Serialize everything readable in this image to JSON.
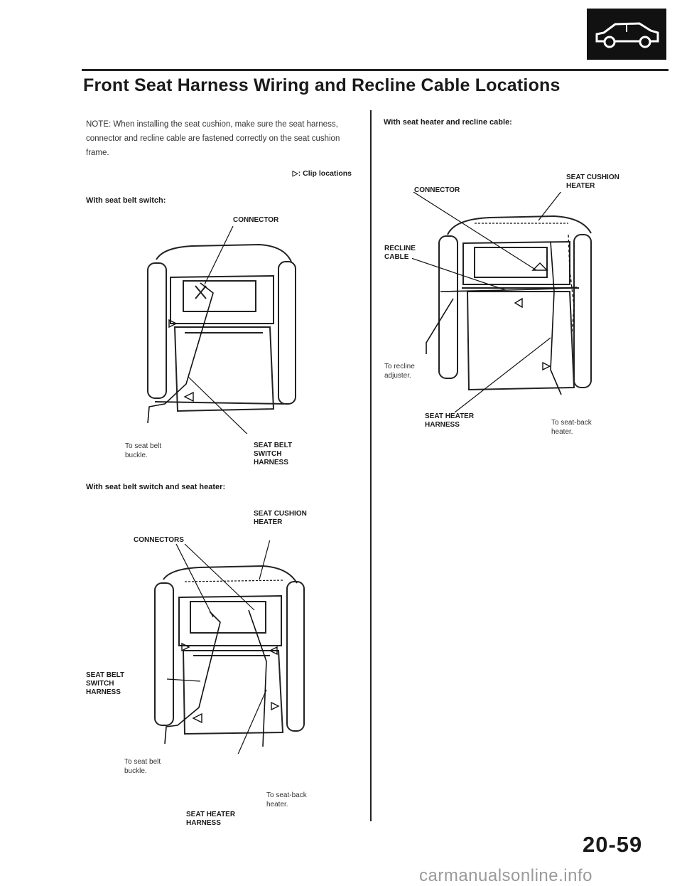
{
  "header": {
    "title": "Front Seat Harness Wiring and Recline Cable Locations",
    "car_icon": "car-icon"
  },
  "note": "NOTE: When installing the seat cushion, make sure the seat harness, connector and recline cable are fastened correctly on the seat cushion frame.",
  "clip_legend": "▷: Clip locations",
  "fig1": {
    "heading": "With seat belt switch:",
    "connector": "CONNECTOR",
    "to_buckle": "To seat belt\nbuckle.",
    "harness": "SEAT BELT\nSWITCH\nHARNESS"
  },
  "fig2": {
    "heading": "With seat belt switch and seat heater:",
    "cushion_heater": "SEAT CUSHION\nHEATER",
    "connectors": "CONNECTORS",
    "belt_harness": "SEAT BELT\nSWITCH\nHARNESS",
    "to_buckle": "To seat belt\nbuckle.",
    "to_heater": "To seat-back\nheater.",
    "heater_harness": "SEAT HEATER\nHARNESS"
  },
  "fig3": {
    "heading": "With seat heater and recline cable:",
    "cushion_heater": "SEAT CUSHION\nHEATER",
    "connector": "CONNECTOR",
    "recline_cable": "RECLINE\nCABLE",
    "to_adjuster": "To recline\nadjuster.",
    "heater_harness": "SEAT HEATER\nHARNESS",
    "to_heater": "To seat-back\nheater."
  },
  "footer": {
    "page_number": "20-59",
    "watermark": "carmanualsonline.info"
  }
}
